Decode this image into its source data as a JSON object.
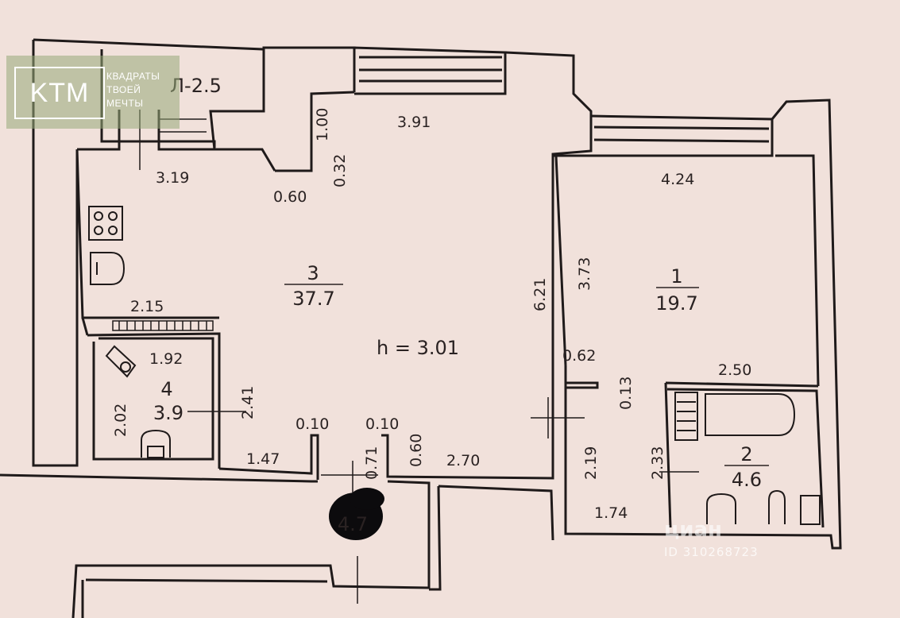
{
  "logo": {
    "mark": "KTM",
    "lines": [
      "КВАДРАТЫ",
      "ТВОЕЙ",
      "МЕЧТЫ"
    ]
  },
  "watermark": {
    "brand": "циан",
    "id": "ID 310268723"
  },
  "height_label": "h = 3.01",
  "balcony": {
    "label": "Л-2.5"
  },
  "rooms": [
    {
      "number": "3",
      "area": "37.7"
    },
    {
      "number": "1",
      "area": "19.7"
    },
    {
      "number": "4",
      "area": "3.9"
    },
    {
      "number": "2",
      "area": "4.6"
    },
    {
      "number": "",
      "area": "4.7"
    }
  ],
  "dims": {
    "d391": "3.91",
    "d100": "1.00",
    "d032": "0.32",
    "d060a": "0.60",
    "d319": "3.19",
    "d424": "4.24",
    "d373": "3.73",
    "d621": "6.21",
    "d215": "2.15",
    "d192": "1.92",
    "d202": "2.02",
    "d241": "2.41",
    "d010a": "0.10",
    "d010b": "0.10",
    "d071": "0.71",
    "d060b": "0.60",
    "d147": "1.47",
    "d270": "2.70",
    "d062": "0.62",
    "d013": "0.13",
    "d250": "2.50",
    "d219": "2.19",
    "d233": "2.33",
    "d174": "1.74"
  },
  "colors": {
    "background": "#f1e1db",
    "wall": "#1f1a1a",
    "ink": "#2a2222"
  }
}
